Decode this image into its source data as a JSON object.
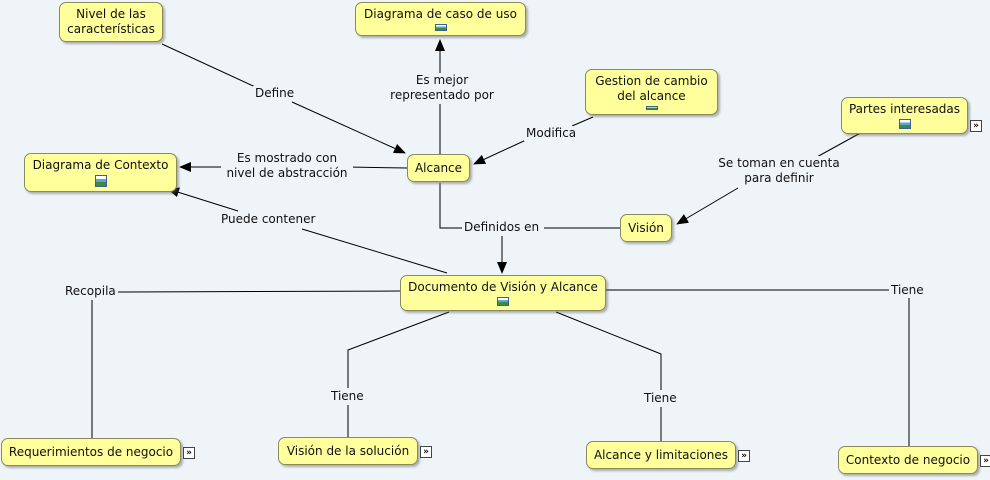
{
  "diagram": {
    "nodes": {
      "nivel": "Nivel de las\ncaracterísticas",
      "caso_uso": "Diagrama de caso de uso",
      "gestion": "Gestion de cambio\ndel alcance",
      "partes": "Partes interesadas",
      "contexto": "Diagrama de Contexto",
      "alcance": "Alcance",
      "vision": "Visión",
      "documento": "Documento de Visión y Alcance",
      "requerimientos": "Requerimientos de negocio",
      "vision_solucion": "Visión de la solución",
      "alcance_limitaciones": "Alcance y limitaciones",
      "contexto_negocio": "Contexto de negocio"
    },
    "links": {
      "define": "Define",
      "es_mejor": "Es mejor\nrepresentado por",
      "modifica": "Modifica",
      "es_mostrado": "Es mostrado con\nnivel de abstracción",
      "se_toman": "Se toman en cuenta\npara definir",
      "definidos_en": "Definidos en",
      "puede_contener": "Puede contener",
      "recopila": "Recopila",
      "tiene_solucion": "Tiene",
      "tiene_limitaciones": "Tiene",
      "tiene_contexto": "Tiene"
    },
    "colors": {
      "node_fill": "#ffff9c",
      "background": "#eef4f8",
      "line": "#000000"
    }
  }
}
